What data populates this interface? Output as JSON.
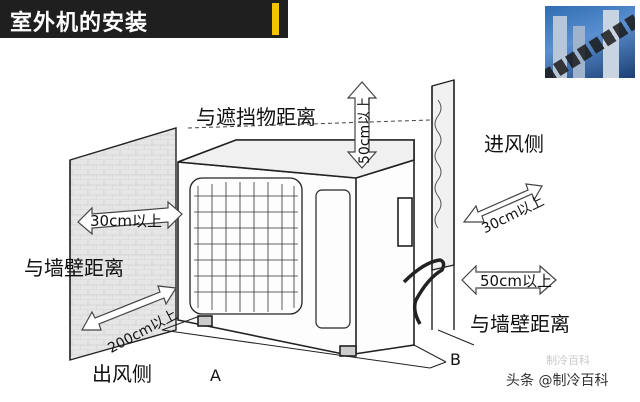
{
  "header": {
    "title": "室外机的安装"
  },
  "labels": {
    "obstacle_distance": "与遮挡物距离",
    "top_clearance": "50cm以上",
    "left_clearance": "30cm以上",
    "wall_distance_left": "与墙壁距离",
    "outlet_clearance": "200cm以上",
    "outlet_side": "出风侧",
    "inlet_side": "进风侧",
    "right_clearance_top": "30cm以上",
    "right_clearance_bottom": "50cm以上",
    "wall_distance_right": "与墙壁距离",
    "dim_a": "A",
    "dim_b": "B"
  },
  "footer": {
    "source": "头条 @制冷百科",
    "watermark": "制冷百科"
  },
  "colors": {
    "title_bg": "#1f1f1f",
    "accent": "#f5c400"
  }
}
